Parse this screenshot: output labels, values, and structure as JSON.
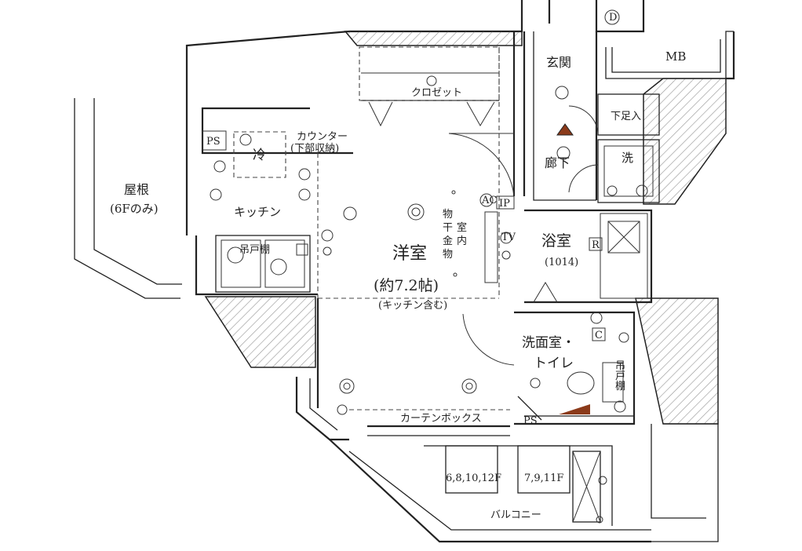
{
  "rooms": {
    "roof": "屋根",
    "roof_note": "(6Fのみ)",
    "ps_left": "PS",
    "fridge": "冷",
    "counter_line1": "カウンター",
    "counter_line2": "(下部収納)",
    "kitchen": "キッチン",
    "hanging_shelf_kitchen": "吊戸棚",
    "closet": "クロゼット",
    "western_room": "洋室",
    "western_room_size": "(約7.2帖)",
    "western_room_note": "(キッチン含む)",
    "drying_1": "物",
    "drying_2": "干",
    "drying_3": "金",
    "drying_4": "物",
    "drying_indoor_1": "室",
    "drying_indoor_2": "内",
    "curtain_box": "カーテンボックス",
    "entrance": "玄関",
    "mb": "MB",
    "shoe_box": "下足入",
    "hallway": "廊下",
    "washer": "洗",
    "bathroom": "浴室",
    "bathroom_size": "(1014)",
    "washroom_line1": "洗面室・",
    "washroom_line2": "トイレ",
    "hanging_shelf_toilet_1": "吊",
    "hanging_shelf_toilet_2": "戸",
    "hanging_shelf_toilet_3": "棚",
    "ps_bottom": "PS",
    "balcony": "バルコニー",
    "ac_unit_1": "6,8,10,12F",
    "ac_unit_2": "7,9,11F"
  },
  "symbols": {
    "ac": "AC",
    "ip": "IP",
    "tv": "TV",
    "door_bell": "D",
    "remote": "R",
    "ventilation": "C"
  },
  "colors": {
    "wall": "#222222",
    "hatch": "#9a9a9a",
    "heater": "#8b3a1a"
  }
}
